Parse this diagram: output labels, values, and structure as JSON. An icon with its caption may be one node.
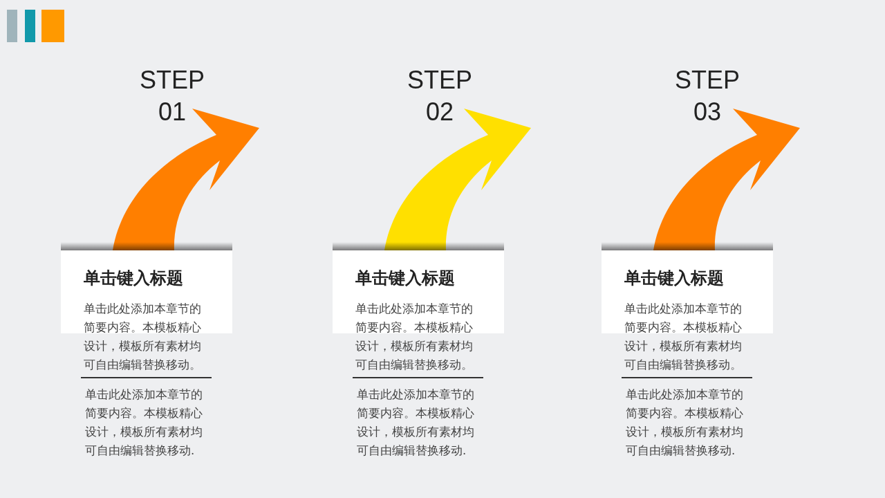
{
  "diagram": {
    "nodes": [
      {
        "text": [
          "单击键入标题",
          "单击此处添加本章节的简要内容。本模板精心设计，模板所有素材均可自由编辑替换移动。",
          "单击此处添加本章节的简要内容。本模板精心设计，模板所有素材均可自由编辑替换移动."
        ]
      },
      {
        "text": [
          "单击键入标题",
          "单击此处添加本章节的简要内容。本模板精心设计，模板所有素材均可自由编辑替换移动。",
          "单击此处添加本章节的简要内容。本模板精心设计，模板所有素材均可自由编辑替换移动."
        ]
      },
      {
        "text": [
          "单击键入标题",
          "单击此处添加本章节的简要内容。本模板精心设计，模板所有素材均可自由编辑替换移动。",
          "单击此处添加本章节的简要内容。本模板精心设计，模板所有素材均可自由编辑替换移动."
        ]
      }
    ],
    "labels": [
      "STEP 01",
      "STEP 02",
      "STEP 03"
    ]
  }
}
